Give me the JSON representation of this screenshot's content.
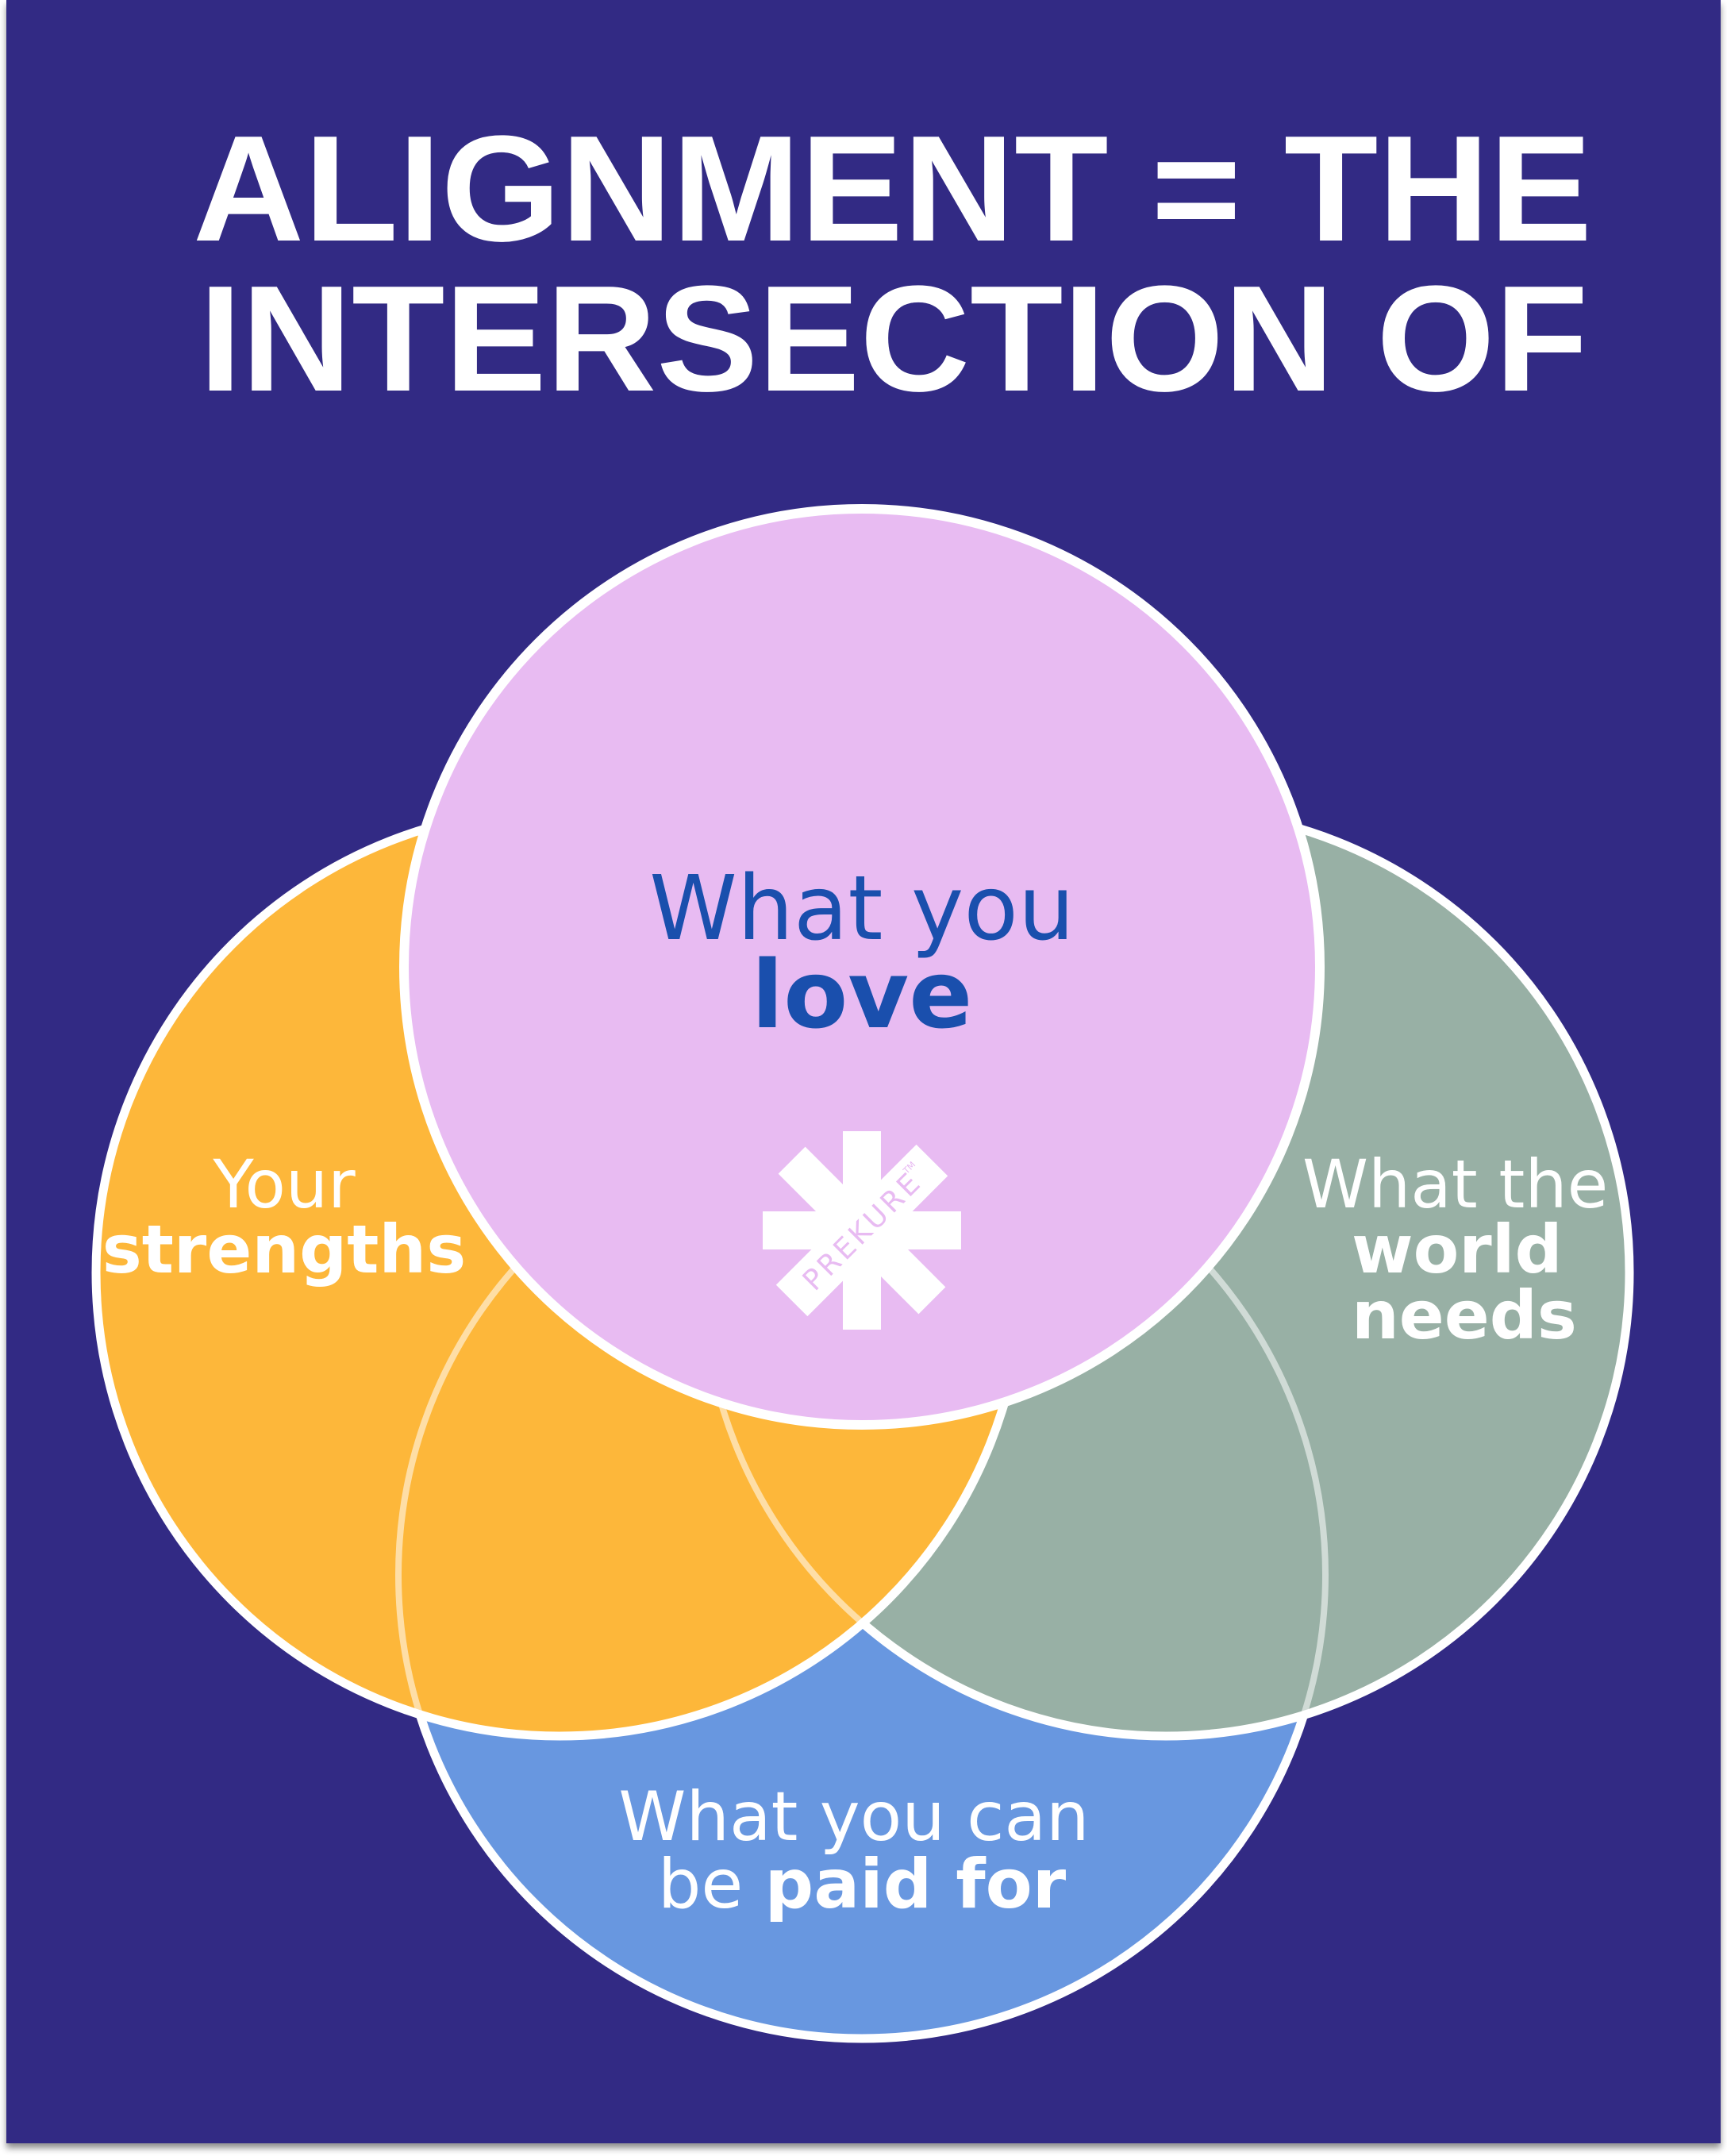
{
  "title": {
    "line1": "ALIGNMENT = THE",
    "line2": "INTERSECTION OF"
  },
  "circles": {
    "love": {
      "line1": "What you",
      "bold": "love",
      "color": "#e8bbf2",
      "text_color": "#1a4fad"
    },
    "strengths": {
      "line1": "Your",
      "bold": "strengths",
      "color": "#fdb73a",
      "text_color": "#ffffff"
    },
    "world": {
      "line1": "What the",
      "bold1": "world",
      "bold2": "needs",
      "color": "#98b0a5",
      "text_color": "#ffffff"
    },
    "paid": {
      "line1": "What you can",
      "line2_regular": "be",
      "line2_bold": "paid for",
      "color": "#6897e0",
      "text_color": "#ffffff"
    }
  },
  "logo": {
    "text": "PREKURE",
    "tm": "TM"
  },
  "colors": {
    "background": "#322a84",
    "outline": "#ffffff"
  }
}
